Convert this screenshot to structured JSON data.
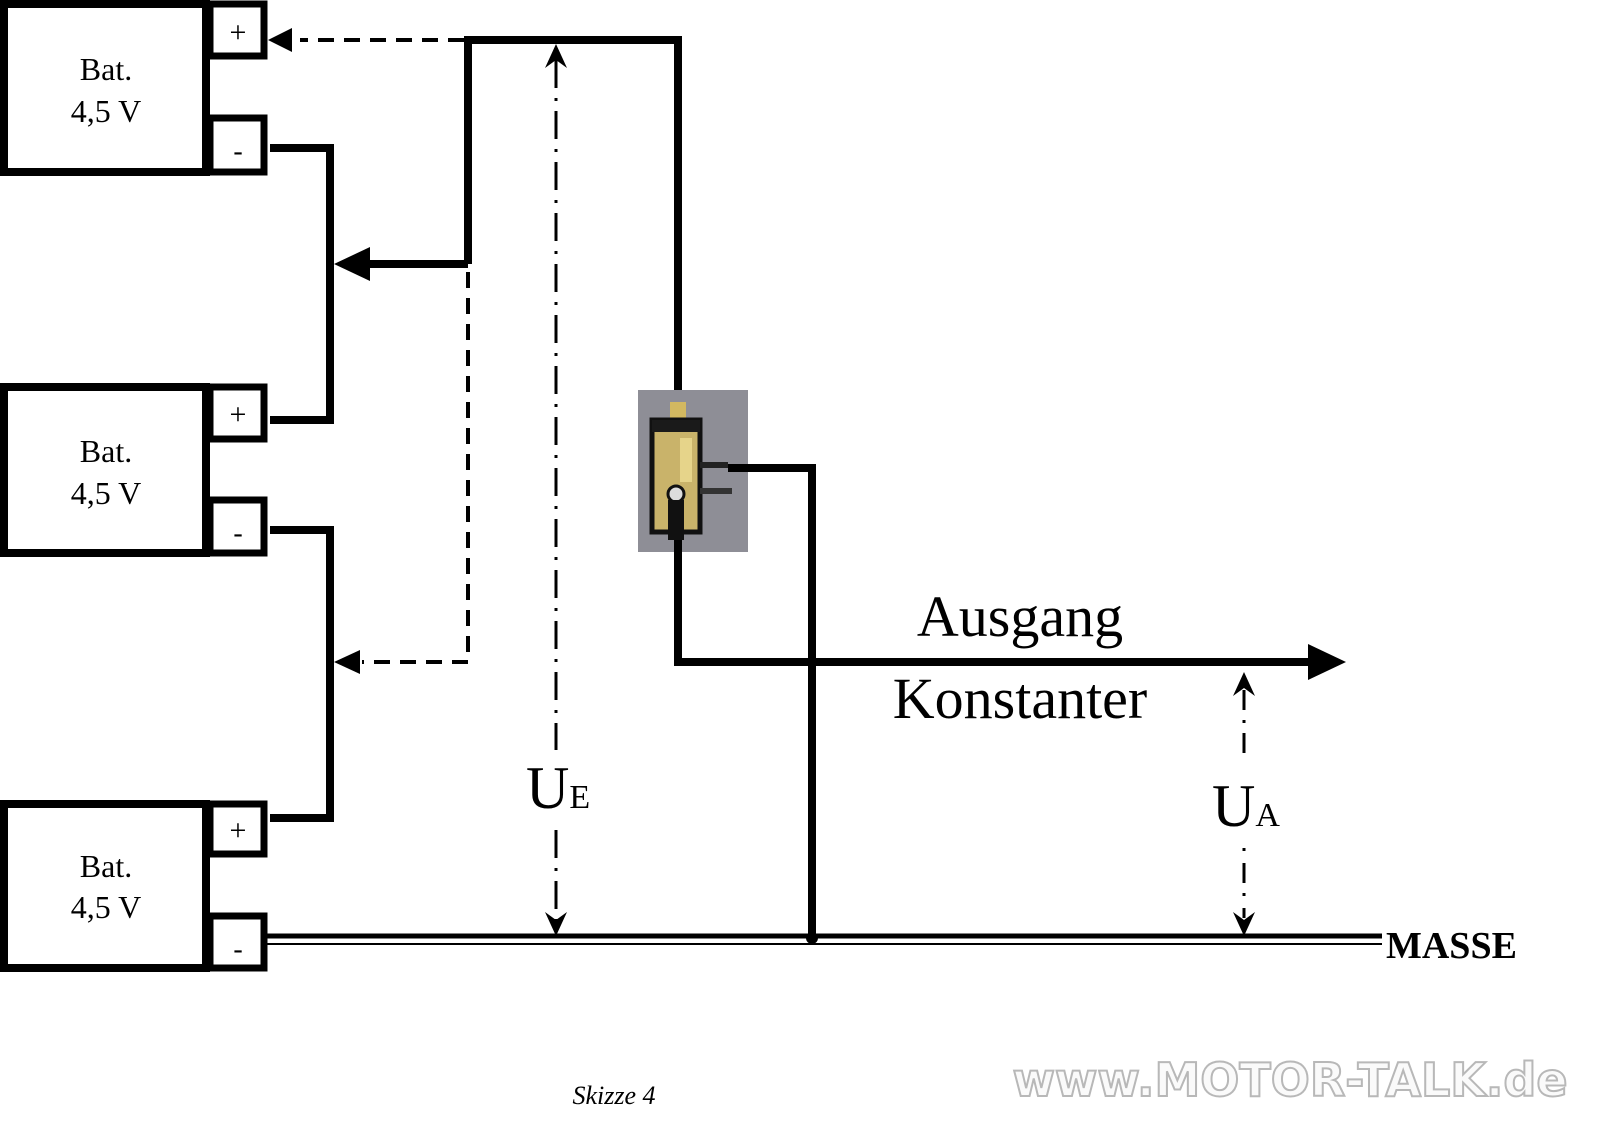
{
  "batteries": [
    {
      "label_line1": "Bat.",
      "label_line2": "4,5 V",
      "plus": "+",
      "minus": "-"
    },
    {
      "label_line1": "Bat.",
      "label_line2": "4,5 V",
      "plus": "+",
      "minus": "-"
    },
    {
      "label_line1": "Bat.",
      "label_line2": "4,5 V",
      "plus": "+",
      "minus": "-"
    }
  ],
  "labels": {
    "input_voltage_main": "U",
    "input_voltage_sub": "E",
    "output_voltage_main": "U",
    "output_voltage_sub": "A",
    "output_line1": "Ausgang",
    "output_line2": "Konstanter",
    "ground": "MASSE",
    "caption": "Skizze 4",
    "watermark": "www.MOTOR-TALK.de"
  },
  "colors": {
    "wire": "#000000",
    "component_bg": "#8e8e96",
    "component_body": "#c9b36a",
    "watermark": "#d8d8d8"
  }
}
